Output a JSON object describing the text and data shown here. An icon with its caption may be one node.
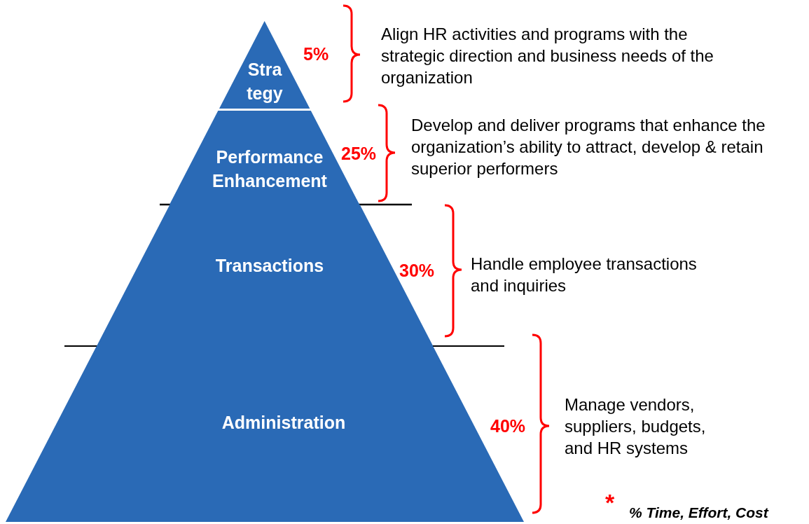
{
  "diagram": {
    "nodes": [
      {
        "text": [
          "Stra tegy"
        ],
        "beside": [
          "5%"
        ]
      },
      {
        "text": [
          "Performance Enhancement"
        ],
        "beside": [
          "25%"
        ]
      },
      {
        "text": [
          "Transactions"
        ],
        "beside": [
          "30%"
        ]
      },
      {
        "text": [
          "Administration"
        ],
        "beside": [
          "40%"
        ]
      }
    ],
    "labels": [
      "Align HR activities and programs with the strategic direction and business needs of the organization",
      "Develop and deliver programs that enhance the organization’s ability to attract, develop & retain superior performers",
      "Handle employee transactions and inquiries",
      "Manage vendors, suppliers, budgets, and HR systems",
      "*",
      "% Time, Effort, Cost"
    ]
  }
}
